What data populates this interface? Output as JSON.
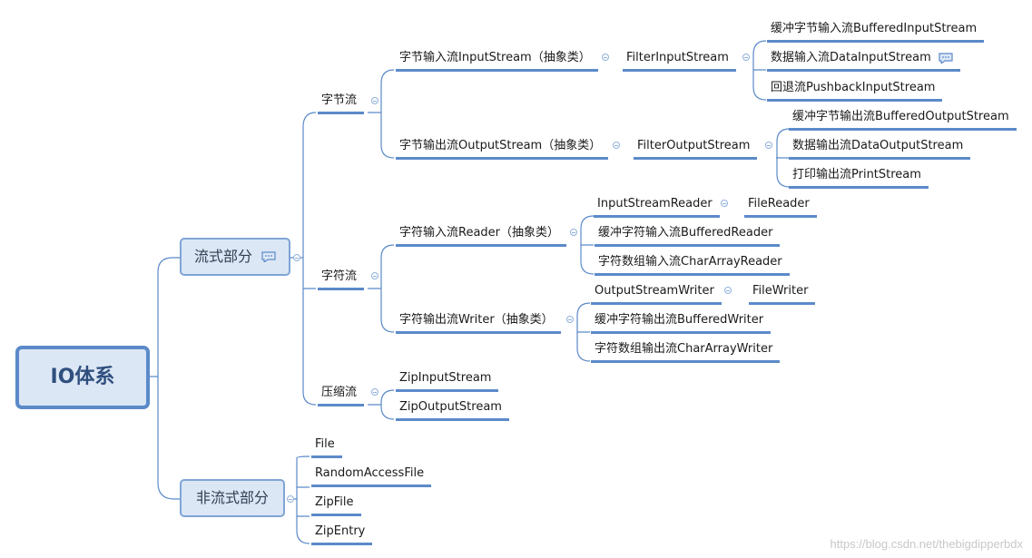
{
  "root": {
    "label": "IO体系"
  },
  "branches": {
    "stream_part": "流式部分",
    "non_stream_part": "非流式部分"
  },
  "byte_stream": {
    "label": "字节流",
    "input": {
      "label": "字节输入流InputStream（抽象类）",
      "filter": "FilterInputStream",
      "children": [
        "缓冲字节输入流BufferedInputStream",
        "数据输入流DataInputStream",
        "回退流PushbackInputStream"
      ]
    },
    "output": {
      "label": "字节输出流OutputStream（抽象类）",
      "filter": "FilterOutputStream",
      "children": [
        "缓冲字节输出流BufferedOutputStream",
        "数据输出流DataOutputStream",
        "打印输出流PrintStream"
      ]
    }
  },
  "char_stream": {
    "label": "字符流",
    "reader": {
      "label": "字符输入流Reader（抽象类）",
      "bridge": "InputStreamReader",
      "bridge_child": "FileReader",
      "children": [
        "缓冲字符输入流BufferedReader",
        "字符数组输入流CharArrayReader"
      ]
    },
    "writer": {
      "label": "字符输出流Writer（抽象类）",
      "bridge": "OutputStreamWriter",
      "bridge_child": "FileWriter",
      "children": [
        "缓冲字符输出流BufferedWriter",
        "字符数组输出流CharArrayWriter"
      ]
    }
  },
  "zip_stream": {
    "label": "压缩流",
    "children": [
      "ZipInputStream",
      "ZipOutputStream"
    ]
  },
  "non_stream": {
    "children": [
      "File",
      "RandomAccessFile",
      "ZipFile",
      "ZipEntry"
    ]
  },
  "watermark": "https://blog.csdn.net/thebigdipperbdx",
  "colors": {
    "line": "#5b8ac9",
    "box_fill": "#dce7f5",
    "box_border": "#7ea5d6"
  },
  "icons": {
    "note": "note-icon",
    "collapse": "collapse-toggle-icon"
  }
}
